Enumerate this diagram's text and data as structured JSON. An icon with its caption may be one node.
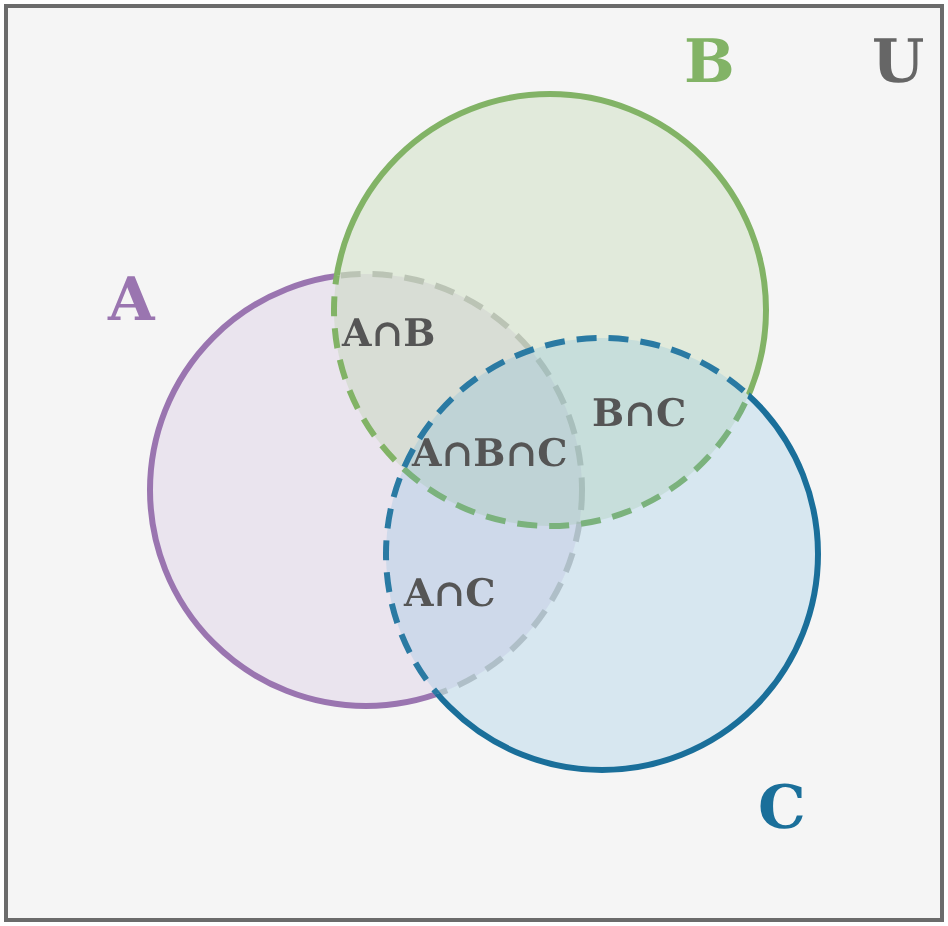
{
  "diagram": {
    "nodes": [
      {
        "text": [
          "U"
        ]
      },
      {
        "text": [
          "A"
        ],
        "in": 0
      },
      {
        "text": [
          "B"
        ],
        "in": 0
      },
      {
        "text": [
          "C"
        ],
        "in": 0
      }
    ],
    "labels": [
      "A∩B",
      "B∩C",
      "A∩B∩C",
      "A∩C"
    ]
  }
}
